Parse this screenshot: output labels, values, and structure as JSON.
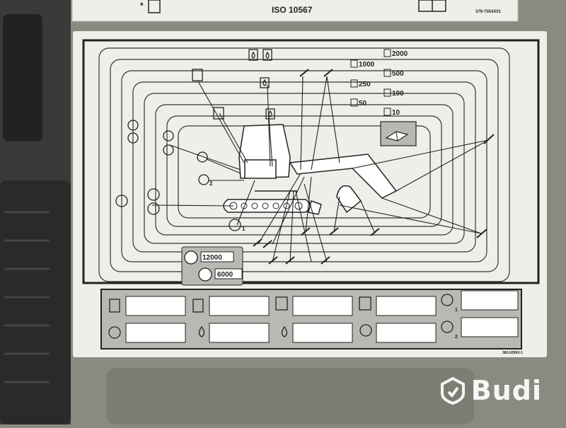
{
  "top_label": {
    "standard": "ISO 10567",
    "part_number": "379-7054X01",
    "asterisk": "*"
  },
  "chart": {
    "hours": [
      "2000",
      "1000",
      "500",
      "250",
      "100",
      "50",
      "10"
    ],
    "point_labels": [
      "1",
      "2"
    ],
    "coolant_label": "12000",
    "additive_label": "6000",
    "bottom_labels": [
      "1",
      "2"
    ],
    "part_number": "382-6296X-1"
  },
  "watermark": {
    "brand": "Budi"
  },
  "colors": {
    "panel_gray": "#8a8a80",
    "sticker": "#efefea",
    "ink": "#222222",
    "box_gray": "#b9b9b3"
  }
}
